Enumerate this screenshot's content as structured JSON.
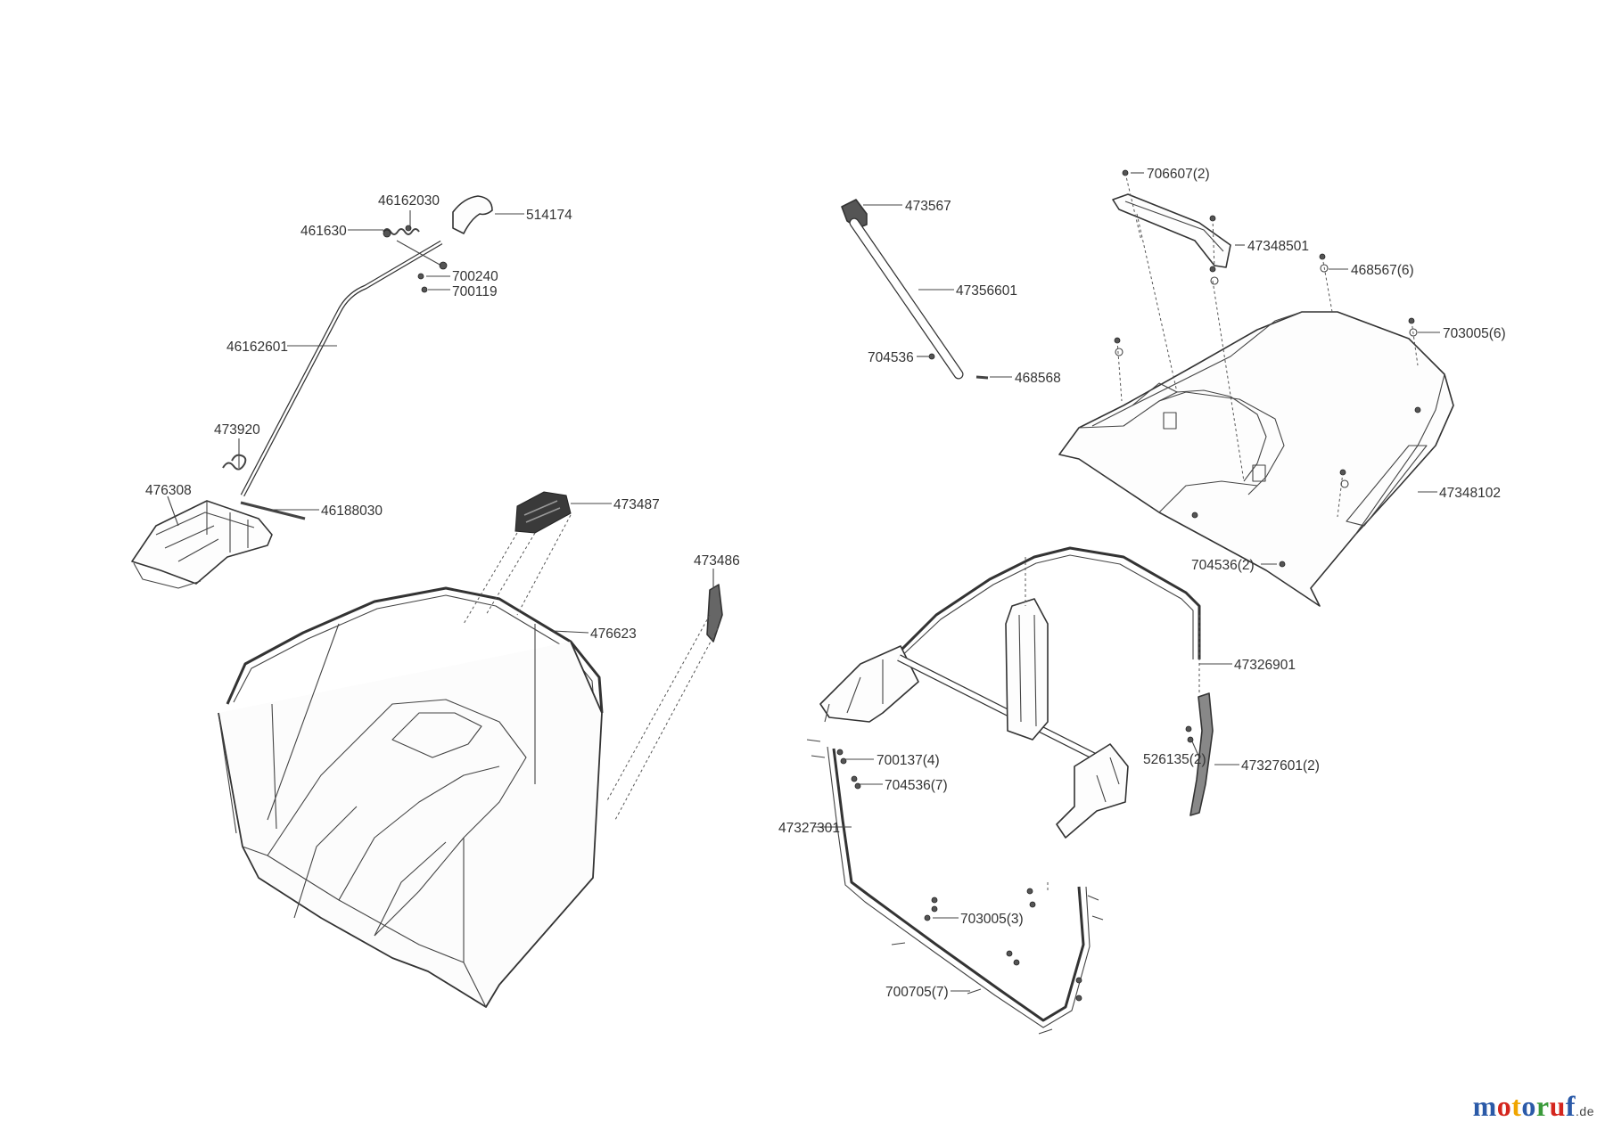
{
  "labels": {
    "p46162030": "46162030",
    "p514174": "514174",
    "p461630": "461630",
    "p700240": "700240",
    "p700119": "700119",
    "p46162601": "46162601",
    "p473920": "473920",
    "p476308": "476308",
    "p46188030": "46188030",
    "p473487": "473487",
    "p473486": "473486",
    "p476623": "476623",
    "p473567": "473567",
    "p47356601": "47356601",
    "p704536": "704536",
    "p468568": "468568",
    "p706607": "706607(2)",
    "p47348501": "47348501",
    "p468567": "468567(6)",
    "p703005_6": "703005(6)",
    "p47348102": "47348102",
    "p704536_2": "704536(2)",
    "p47326901": "47326901",
    "p526135": "526135(2)",
    "p47327601": "47327601(2)",
    "p700137": "700137(4)",
    "p704536_7": "704536(7)",
    "p47327301": "47327301",
    "p703005_3": "703005(3)",
    "p700705": "700705(7)"
  },
  "logo": {
    "letters": [
      "m",
      "o",
      "t",
      "o",
      "r",
      "u",
      "f"
    ],
    "colors": [
      "#2b5aa8",
      "#d4261e",
      "#f0a500",
      "#2b5aa8",
      "#3a9a3a",
      "#d4261e",
      "#2b5aa8"
    ],
    "suffix": ".de"
  }
}
